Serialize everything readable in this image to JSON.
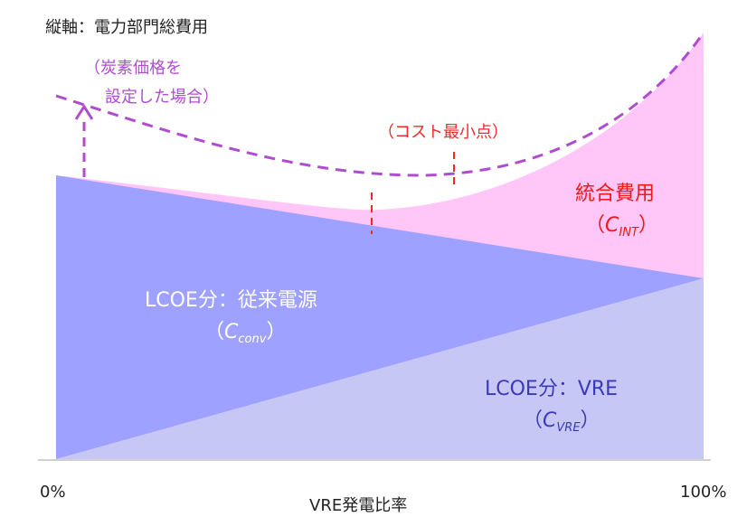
{
  "y_axis_title": "縦軸：電力部門総費用",
  "x_axis_title": "VRE発電比率",
  "x_ticks": [
    "0%",
    "100%"
  ],
  "carbon_note_line1": "（炭素価格を",
  "carbon_note_line2": "設定した場合）",
  "min_point_note": "（コスト最小点）",
  "integration_label": "統合費用",
  "integration_symbol": {
    "open": "（",
    "letter": "C",
    "sub": "INT",
    "close": "）"
  },
  "conventional_label": "LCOE分：従来電源",
  "conventional_symbol": {
    "open": "（",
    "letter": "C",
    "sub": "conv",
    "close": "）"
  },
  "vre_label": "LCOE分：VRE",
  "vre_symbol": {
    "open": "（",
    "letter": "C",
    "sub": "VRE",
    "close": "）"
  },
  "colors": {
    "conventional": "#9ea1ff",
    "vre": "#c6c7f5",
    "integration": "#ffc6f7",
    "carbon_curve": "#b04cd0",
    "min_marker": "#f02a2a",
    "axis": "#d0d0d0"
  }
}
